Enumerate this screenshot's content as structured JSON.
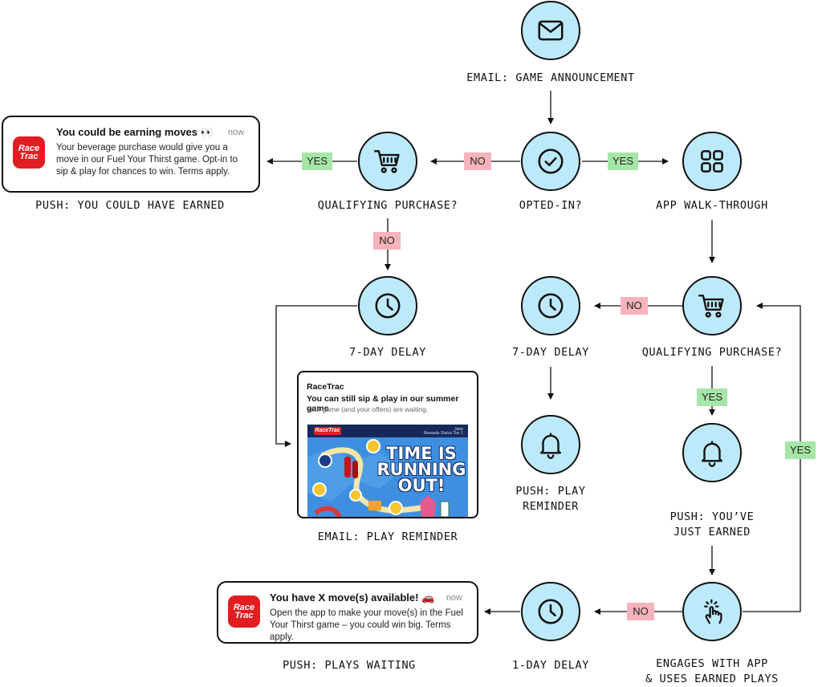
{
  "nodes": {
    "email_announcement": {
      "label": "EMAIL: GAME ANNOUNCEMENT",
      "icon": "envelope-icon"
    },
    "opted_in": {
      "label": "OPTED-IN?",
      "icon": "checkmark-circle-icon"
    },
    "app_walkthrough": {
      "label": "APP WALK-THROUGH",
      "icon": "app-grid-icon"
    },
    "qualifying_purchase_left": {
      "label": "QUALIFYING PURCHASE?",
      "icon": "shopping-cart-icon"
    },
    "delay_left": {
      "label": "7-DAY DELAY",
      "icon": "clock-icon"
    },
    "delay_middle": {
      "label": "7-DAY DELAY",
      "icon": "clock-icon"
    },
    "push_play_reminder": {
      "label": "PUSH: PLAY\nREMINDER",
      "icon": "bell-icon"
    },
    "qualifying_purchase_right": {
      "label": "QUALIFYING PURCHASE?",
      "icon": "shopping-cart-icon"
    },
    "push_just_earned": {
      "label": "PUSH: YOU’VE\nJUST EARNED",
      "icon": "bell-icon"
    },
    "engages": {
      "label": "ENGAGES WITH APP\n& USES EARNED PLAYS",
      "icon": "tap-hand-icon"
    },
    "delay_one_day": {
      "label": "1-DAY DELAY",
      "icon": "clock-icon"
    }
  },
  "artifact_labels": {
    "push_could_have_earned": "PUSH: YOU COULD HAVE EARNED",
    "email_play_reminder": "EMAIL: PLAY REMINDER",
    "push_plays_waiting": "PUSH: PLAYS WAITING"
  },
  "branches": {
    "yes": "YES",
    "no": "NO"
  },
  "push_could_have_earned": {
    "logo_line1": "Race",
    "logo_line2": "Trac",
    "title": "You could be earning moves 👀",
    "time": "now",
    "body_line1": "Your beverage purchase would give you a",
    "body_line2": "move in our Fuel Your Thirst game. Opt-in to",
    "body_line3": "sip & play for chances to win. Terms apply."
  },
  "push_plays_waiting": {
    "logo_line1": "Race",
    "logo_line2": "Trac",
    "title": "You have X move(s) available! 🚗",
    "time": "now",
    "body_line1": "Open the app to make your move(s) in the Fuel",
    "body_line2": "Your Thirst game – you could win big. Terms apply."
  },
  "email_preview": {
    "sender": "RaceTrac",
    "subject": "You can still sip & play in our summer game",
    "preview": "Your game (and your offers) are waiting.",
    "banner_logo": "RaceTrac",
    "banner_info_line1": "Jane",
    "banner_info_line2": "Rewards Status Tier 1",
    "headline_line1": "TIME IS",
    "headline_line2": "RUNNING",
    "headline_line3": "OUT!"
  },
  "colors": {
    "node_fill": "#bdeafb",
    "yes_tag": "#a6e6a8",
    "no_tag": "#f7b3bb",
    "brand_red": "#e21d22",
    "line": "#111111"
  }
}
